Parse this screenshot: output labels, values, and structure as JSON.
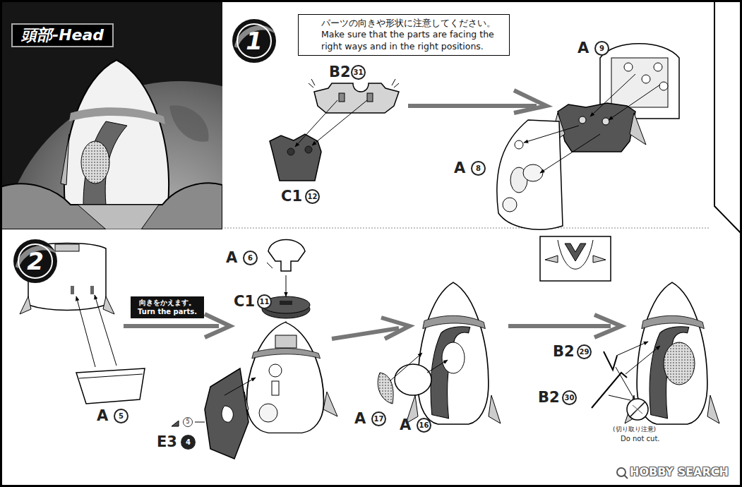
{
  "diagram": {
    "title": "頭部-Head",
    "nodes": [
      {
        "text": [
          "1"
        ]
      },
      {
        "text": [
          "パーツの向きや形状に注意してください。 Make sure that the parts are facing the right ways and in the right positions."
        ]
      },
      {
        "text": [
          "2"
        ]
      },
      {
        "text": [
          "向きをかえます。 Turn the parts."
        ]
      }
    ],
    "labels": [
      "B2",
      "31",
      "C1",
      "12",
      "A",
      "9",
      "A",
      "8",
      "A",
      "6",
      "C1",
      "11",
      "A",
      "5",
      "5",
      "E3",
      "4",
      "A",
      "17",
      "A",
      "16",
      "B2",
      "29",
      "B2",
      "30",
      "(切り取り注意)",
      "Do not cut.",
      "HOBBY SEARCH"
    ]
  }
}
